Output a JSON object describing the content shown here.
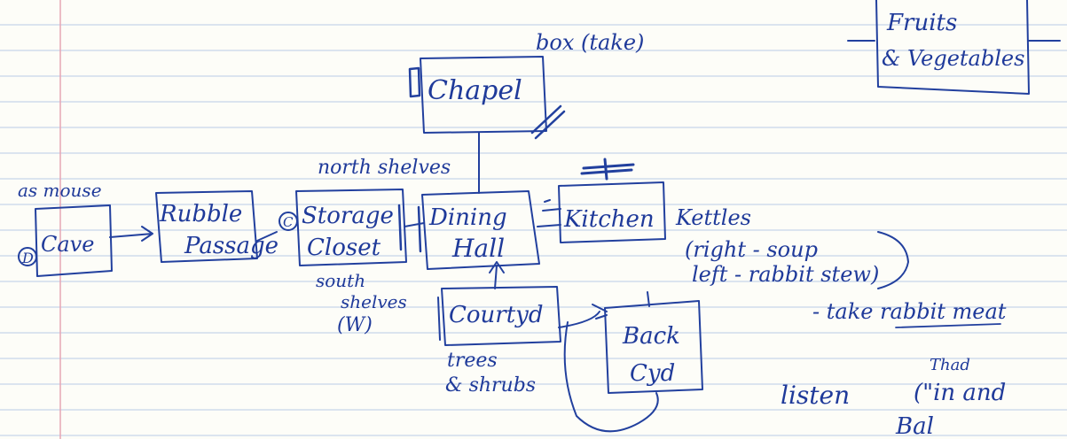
{
  "rooms": {
    "chapel": "Chapel",
    "fruits_1": "Fruits",
    "fruits_2": "& Vegetables",
    "rubble_1": "Rubble",
    "rubble_2": "Passage",
    "storage_1": "Storage",
    "storage_2": "Closet",
    "dining_1": "Dining",
    "dining_2": "Hall",
    "kitchen": "Kitchen",
    "cave": "Cave",
    "courtyard": "Courtyd",
    "back_1": "Back",
    "back_2": "Cyd"
  },
  "notes": {
    "box": "box (take)",
    "north_shelves": "north shelves",
    "as_mouse": "as mouse",
    "south_1": "south",
    "south_2": "shelves",
    "south_3": "(W)",
    "kettles_1": "Kettles",
    "kettles_2": "(right - soup",
    "kettles_3": "left - rabbit stew)",
    "take_meat": "- take rabbit meat",
    "trees_1": "trees",
    "trees_2": "& shrubs",
    "listen": "listen",
    "thad": "Thad",
    "in_and": "(\"in and",
    "bottom_frag": "Bal",
    "d_marker": "D",
    "c_marker": "C"
  },
  "colors": {
    "ink": "#22409e",
    "rule": "#b9cbe6",
    "margin": "#e7a6b4",
    "paper": "#fdfdf8"
  }
}
